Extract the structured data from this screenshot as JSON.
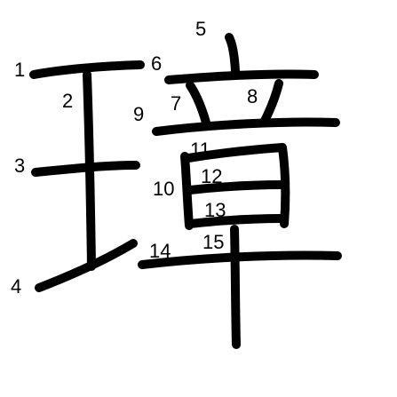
{
  "diagram": {
    "stroke_color": "#000000",
    "background": "#ffffff",
    "stroke_numbers": [
      "1",
      "2",
      "3",
      "4",
      "5",
      "6",
      "7",
      "8",
      "9",
      "10",
      "11",
      "12",
      "13",
      "14",
      "15"
    ]
  }
}
